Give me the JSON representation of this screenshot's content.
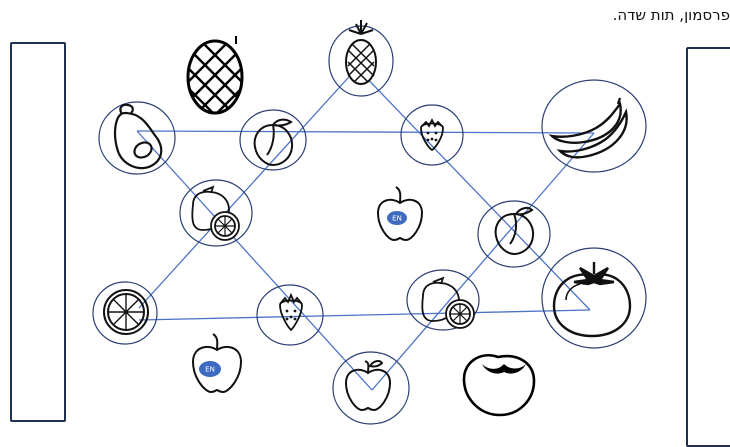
{
  "header": {
    "instruction_text": "פרסמון, תות שדה."
  },
  "board": {
    "line_color": "#4d73c8",
    "circle_color": "#2a3e74",
    "badge_color": "#3e6bbf",
    "badge_label": "EN",
    "nodes": [
      {
        "id": "pineapple",
        "icon": "pineapple-icon"
      },
      {
        "id": "avocado",
        "icon": "avocado-icon"
      },
      {
        "id": "peach",
        "icon": "peach-icon"
      },
      {
        "id": "strawberry-top",
        "icon": "strawberry-icon"
      },
      {
        "id": "banana",
        "icon": "banana-icon"
      },
      {
        "id": "lemon-left",
        "icon": "lemon-icon"
      },
      {
        "id": "plum",
        "icon": "plum-icon"
      },
      {
        "id": "orange-slice",
        "icon": "orange-slice-icon"
      },
      {
        "id": "strawberry-bottom",
        "icon": "strawberry-icon"
      },
      {
        "id": "lemon-right",
        "icon": "lemon-icon"
      },
      {
        "id": "tomato",
        "icon": "tomato-icon"
      },
      {
        "id": "apple-bottom",
        "icon": "apple-icon"
      }
    ],
    "loose_items": [
      {
        "id": "pineapple-loose",
        "icon": "pineapple-icon"
      },
      {
        "id": "apple-en-center",
        "icon": "apple-icon"
      },
      {
        "id": "apple-en-bottom",
        "icon": "apple-icon"
      },
      {
        "id": "persimmon-loose",
        "icon": "persimmon-icon"
      }
    ]
  }
}
